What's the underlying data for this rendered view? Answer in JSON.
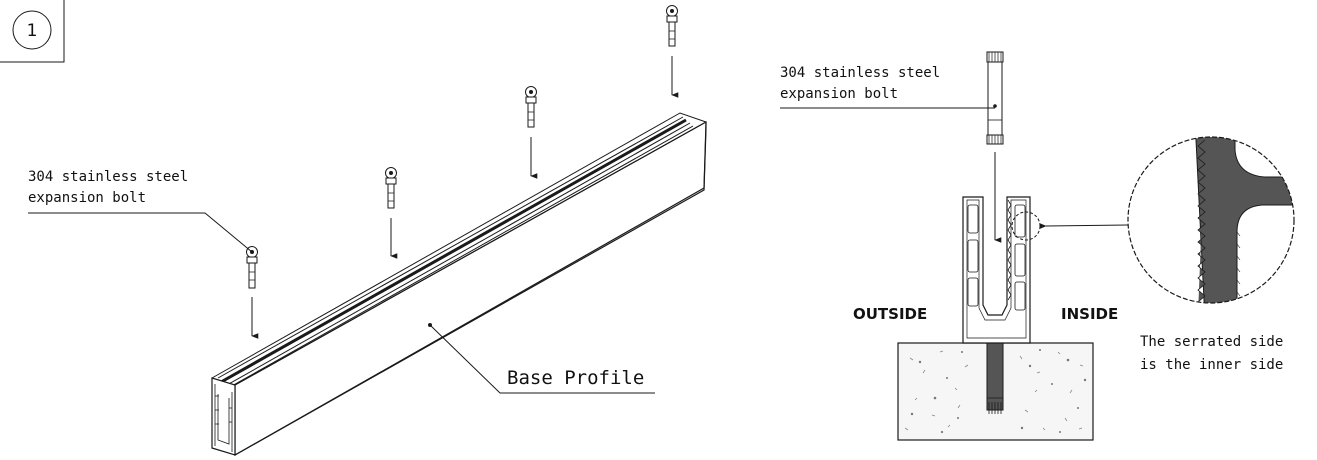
{
  "step_number": "1",
  "left_view": {
    "bolt_label_line1": "304 stainless steel",
    "bolt_label_line2": "expansion bolt",
    "profile_label": "Base Profile"
  },
  "right_view": {
    "bolt_label_line1": "304 stainless steel",
    "bolt_label_line2": "expansion bolt",
    "outside_label": "OUTSIDE",
    "inside_label": "INSIDE",
    "note_line1": "The serrated side",
    "note_line2": "is the inner side"
  },
  "colors": {
    "line": "#1a1a1a",
    "dark_fill": "#555555",
    "concrete": "#f6f6f6"
  }
}
